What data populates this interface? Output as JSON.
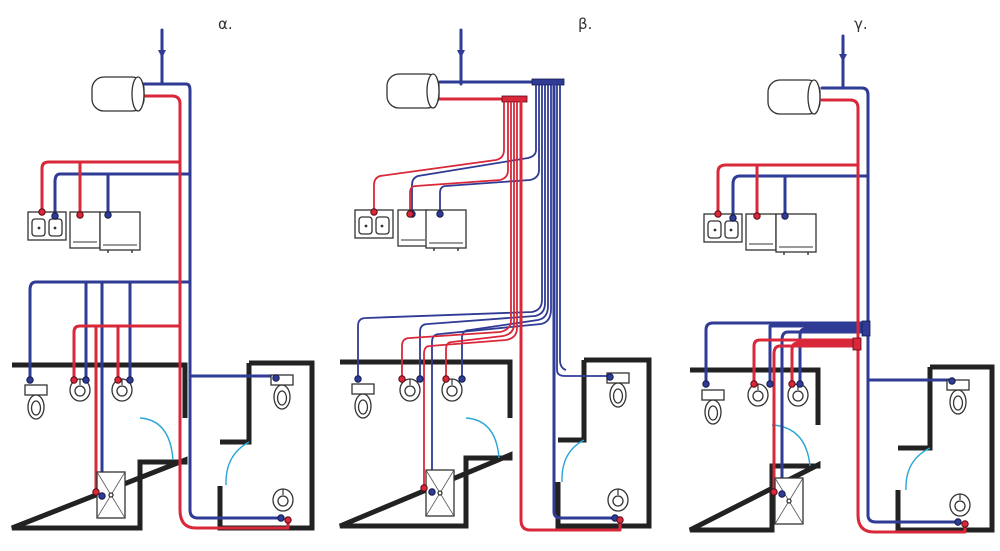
{
  "panels": [
    {
      "id": "a",
      "label": "α."
    },
    {
      "id": "b",
      "label": "β."
    },
    {
      "id": "c",
      "label": "γ."
    }
  ],
  "colors": {
    "hot_water": "#d8283a",
    "cold_water": "#2f3b94",
    "door_swing": "#29a6d6",
    "walls": "#222222"
  },
  "icons": [
    "water-heater-icon",
    "double-sink-icon",
    "dishwasher-icon",
    "washing-machine-icon",
    "toilet-icon",
    "washbasin-icon",
    "shower-tray-icon"
  ]
}
